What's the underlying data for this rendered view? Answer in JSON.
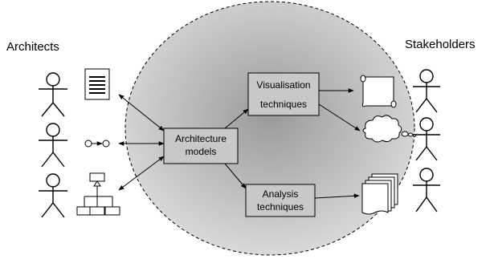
{
  "headings": {
    "left": "Architects",
    "right": "Stakeholders"
  },
  "boxes": {
    "architecture_models": [
      "Architecture",
      "models"
    ],
    "visualisation": [
      "Visualisation",
      "techniques"
    ],
    "analysis": [
      "Analysis",
      "techniques"
    ]
  },
  "colors": {
    "circle_center": "#9a9a9a",
    "circle_edge": "#d9d9d9",
    "box_fill": "#c8c8c8",
    "stroke": "#000000"
  },
  "icons": {
    "architects_artifacts": [
      "document-icon",
      "connector-icon",
      "hierarchy-icon"
    ],
    "stakeholder_outputs": [
      "scroll-icon",
      "thought-cloud-icon",
      "stacked-documents-icon"
    ]
  }
}
